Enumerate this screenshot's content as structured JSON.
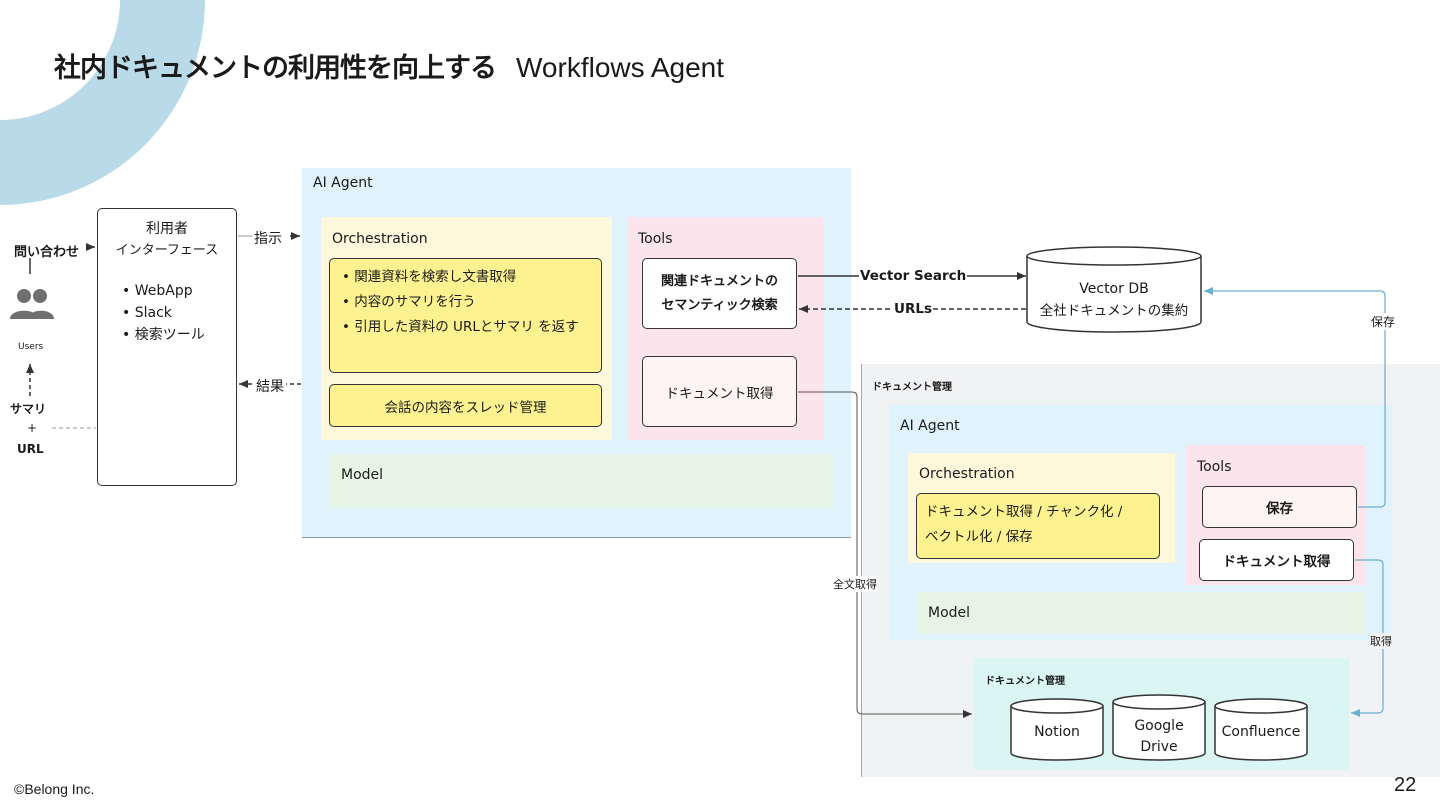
{
  "header": {
    "title": "社内ドキュメントの利用性を向上する",
    "subtitle": "Workflows Agent"
  },
  "left": {
    "inquiry_label": "問い合わせ",
    "users_label": "Users",
    "summary_label": "サマリ",
    "plus_label": "+",
    "url_label": "URL"
  },
  "ui_box": {
    "title_line1": "利用者",
    "title_line2": "インターフェース",
    "items": [
      "WebApp",
      "Slack",
      "検索ツール"
    ]
  },
  "edges": {
    "instruct": "指示",
    "result": "結果",
    "vector_search": "Vector Search",
    "urls": "URLs",
    "save": "保存",
    "full_text": "全文取得",
    "fetch": "取得"
  },
  "agent_top": {
    "title": "AI Agent",
    "orchestration": {
      "title": "Orchestration",
      "items": [
        "関連資料を検索し文書取得",
        "内容のサマリを行う",
        "引用した資料の URLとサマリ を返す"
      ],
      "thread_box": "会話の内容をスレッド管理"
    },
    "tools": {
      "title": "Tools",
      "semantic_line1": "関連ドキュメントの",
      "semantic_line2": "セマンティック検索",
      "fetch_doc": "ドキュメント取得"
    },
    "model": "Model"
  },
  "vector_db": {
    "line1": "Vector DB",
    "line2": "全社ドキュメントの集約"
  },
  "doc_mgmt": {
    "title": "ドキュメント管理",
    "agent": {
      "title": "AI Agent",
      "orchestration_title": "Orchestration",
      "orchestration_line1": "ドキュメント取得 / チャンク化 /",
      "orchestration_line2": "ベクトル化 / 保存",
      "tools_title": "Tools",
      "save_tool": "保存",
      "fetch_tool": "ドキュメント取得",
      "model": "Model"
    },
    "sources": {
      "title": "ドキュメント管理",
      "notion": "Notion",
      "gdrive_line1": "Google",
      "gdrive_line2": "Drive",
      "confluence": "Confluence"
    }
  },
  "footer": {
    "copyright": "©Belong Inc.",
    "page": "22"
  },
  "colors": {
    "deco_arc": "#b9dbe9",
    "agent_bg": "#e0f2fb",
    "orch_bg": "#fdf7dc",
    "tools_bg": "#fbe4ec",
    "model_bg": "#e6f4e4",
    "doc_mgmt_bg": "#f1f2f4",
    "sources_bg": "#d9f6f2",
    "note_yellow": "#fdf28f",
    "arrow_blue": "#6aaed0"
  }
}
